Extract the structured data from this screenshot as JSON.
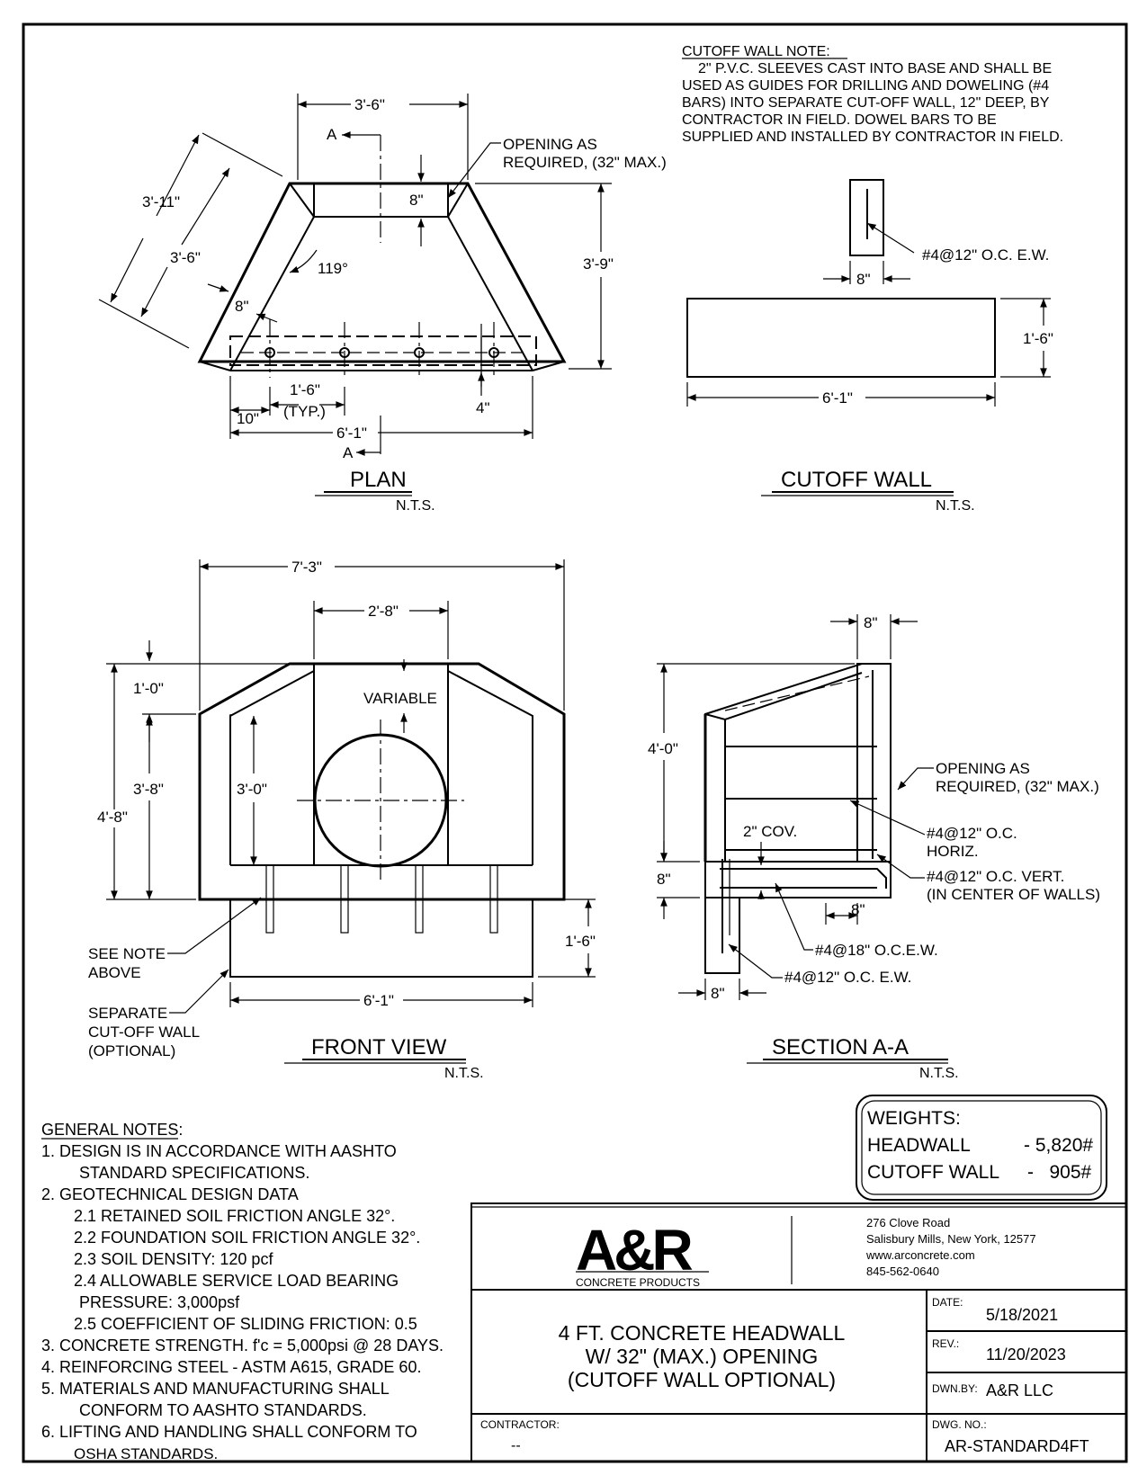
{
  "cutoff_note": {
    "heading": "CUTOFF WALL NOTE:",
    "lines": [
      "2\" P.V.C. SLEEVES CAST INTO BASE AND SHALL BE",
      "USED AS GUIDES FOR DRILLING AND DOWELING (#4",
      "BARS) INTO SEPARATE CUT-OFF WALL, 12\" DEEP, BY",
      "CONTRACTOR IN FIELD.  DOWEL BARS TO BE",
      "SUPPLIED AND INSTALLED BY CONTRACTOR IN FIELD."
    ]
  },
  "plan": {
    "title": "PLAN",
    "scale": "N.T.S.",
    "dims": {
      "top_width": "3'-6\"",
      "diag_outer": "3'-11\"",
      "diag_inner": "3'-6\"",
      "wall_thickness": "8\"",
      "angle": "119°",
      "depth": "3'-9\"",
      "spacing": "1'-6\"",
      "spacing_typ": "(TYP.)",
      "edge": "10\"",
      "total_width": "6'-1\"",
      "offset": "4\"",
      "section_mark": "A",
      "top_wall": "8\""
    },
    "opening_note": [
      "OPENING AS",
      "REQUIRED, (32\" MAX.)"
    ]
  },
  "cutoff_wall": {
    "title": "CUTOFF WALL",
    "scale": "N.T.S.",
    "rebar": "#4@12\" O.C. E.W.",
    "thickness": "8\"",
    "height": "1'-6\"",
    "length": "6'-1\""
  },
  "front_view": {
    "title": "FRONT VIEW",
    "scale": "N.T.S.",
    "dims": {
      "overall": "7'-3\"",
      "opening": "2'-8\"",
      "top": "1'-0\"",
      "wing": "3'-8\"",
      "total_height": "4'-8\"",
      "inner": "3'-0\"",
      "variable": "VARIABLE",
      "cutoff_height": "1'-6\"",
      "cutoff_length": "6'-1\""
    },
    "see_note": [
      "SEE NOTE",
      "ABOVE"
    ],
    "separate": [
      "SEPARATE",
      "CUT-OFF WALL",
      "(OPTIONAL)"
    ]
  },
  "section": {
    "title": "SECTION A-A",
    "scale": "N.T.S.",
    "dims": {
      "top_thk": "8\"",
      "height": "4'-0\"",
      "base": "8\"",
      "toe": "8\"",
      "cutoff": "8\""
    },
    "opening_note": [
      "OPENING AS",
      "REQUIRED, (32\" MAX.)"
    ],
    "cover": "2\" COV.",
    "horiz": [
      "#4@12\" O.C.",
      "HORIZ."
    ],
    "vert": [
      "#4@12\" O.C. VERT.",
      "(IN CENTER OF WALLS)"
    ],
    "base_bar": "#4@18\" O.C.E.W.",
    "cut_bar": "#4@12\" O.C. E.W."
  },
  "weights": {
    "heading": "WEIGHTS:",
    "rows": [
      {
        "label": "HEADWALL",
        "value": "- 5,820#"
      },
      {
        "label": "CUTOFF WALL",
        "value": "-   905#"
      }
    ]
  },
  "general_notes": {
    "heading": "GENERAL NOTES:",
    "lines": [
      "1.   DESIGN IS IN ACCORDANCE WITH AASHTO",
      "STANDARD SPECIFICATIONS.",
      "2.   GEOTECHNICAL DESIGN DATA",
      "2.1  RETAINED SOIL FRICTION ANGLE 32°.",
      "2.2  FOUNDATION SOIL FRICTION ANGLE 32°.",
      "2.3  SOIL DENSITY: 120 pcf",
      "2.4  ALLOWABLE SERVICE LOAD BEARING",
      "PRESSURE: 3,000psf",
      "2.5  COEFFICIENT OF SLIDING FRICTION: 0.5",
      "3.   CONCRETE STRENGTH. f'c = 5,000psi @ 28 DAYS.",
      "4.   REINFORCING STEEL - ASTM A615, GRADE 60.",
      "5.   MATERIALS AND MANUFACTURING SHALL",
      "CONFORM TO AASHTO STANDARDS.",
      "6.   LIFTING AND HANDLING SHALL CONFORM TO",
      "OSHA STANDARDS."
    ]
  },
  "title_block": {
    "logo": "A&R",
    "logo_sub": "CONCRETE PRODUCTS",
    "address": [
      "276 Clove Road",
      "Salisbury Mills, New York, 12577",
      "www.arconcrete.com",
      "845-562-0640"
    ],
    "drawing_title": [
      "4 FT. CONCRETE HEADWALL",
      "W/ 32\" (MAX.) OPENING",
      "(CUTOFF WALL OPTIONAL)"
    ],
    "date_label": "DATE:",
    "date": "5/18/2021",
    "rev_label": "REV.:",
    "rev": "11/20/2023",
    "dwn_label": "DWN.BY:",
    "dwn": "A&R LLC",
    "contractor_label": "CONTRACTOR:",
    "contractor": "--",
    "dwg_label": "DWG. NO.:",
    "dwg": "AR-STANDARD4FT"
  }
}
